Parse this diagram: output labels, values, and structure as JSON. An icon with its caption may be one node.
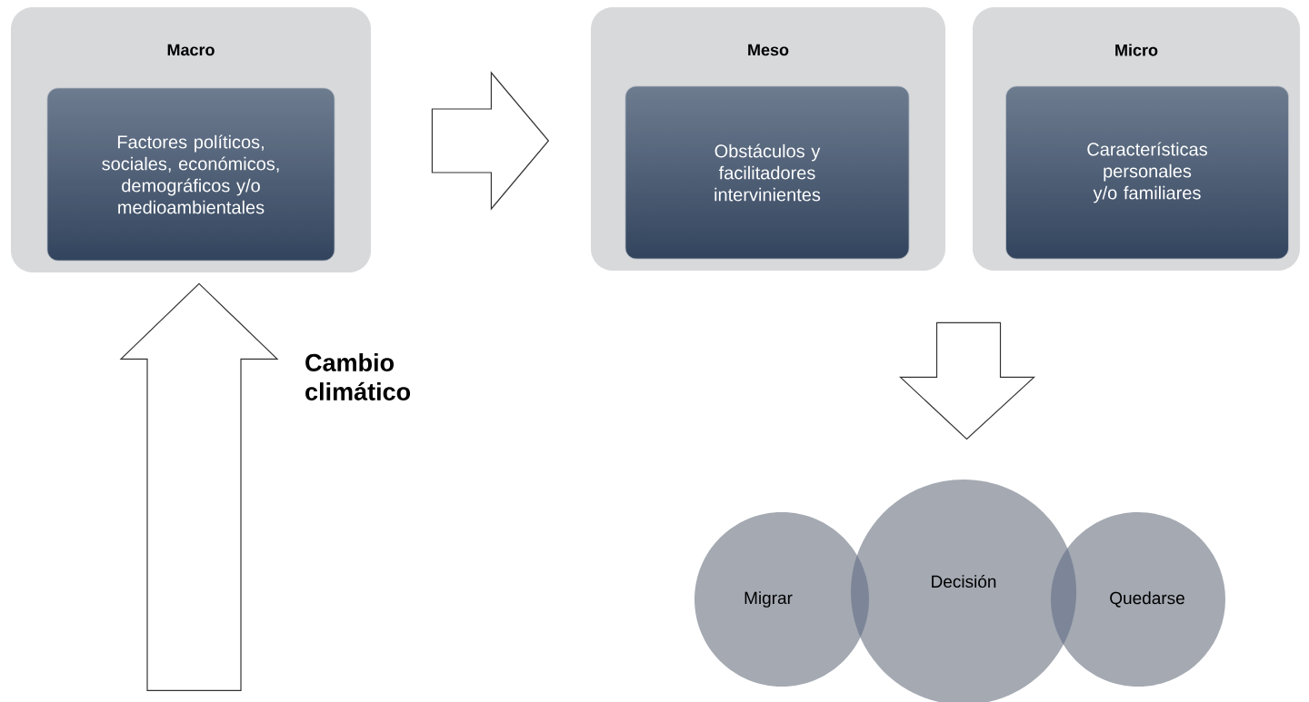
{
  "diagram": {
    "nodes": [
      {
        "text": [
          "Macro"
        ]
      },
      {
        "text": [
          "Factores políticos, sociales, económicos, demográficos y/o medioambientales"
        ],
        "in": 0
      },
      {
        "text": [
          "Meso"
        ]
      },
      {
        "text": [
          "Obstáculos y facilitadores intervinientes"
        ],
        "in": 2
      },
      {
        "text": [
          "Micro"
        ]
      },
      {
        "text": [
          "Características personales y/o familiares"
        ],
        "in": 4
      },
      {
        "text": [
          "Migrar"
        ]
      },
      {
        "text": [
          "Decisión"
        ]
      },
      {
        "text": [
          "Quedarse"
        ]
      }
    ],
    "edges": [
      {
        "from": 0,
        "to": 2,
        "arrow": "to"
      },
      {
        "from": null,
        "to": 0,
        "arrow": "to"
      },
      {
        "from": 2,
        "to": 7,
        "arrow": "to"
      },
      {
        "from": 4,
        "to": 7,
        "arrow": "to"
      }
    ],
    "labels": [
      "Cambio climático"
    ]
  }
}
